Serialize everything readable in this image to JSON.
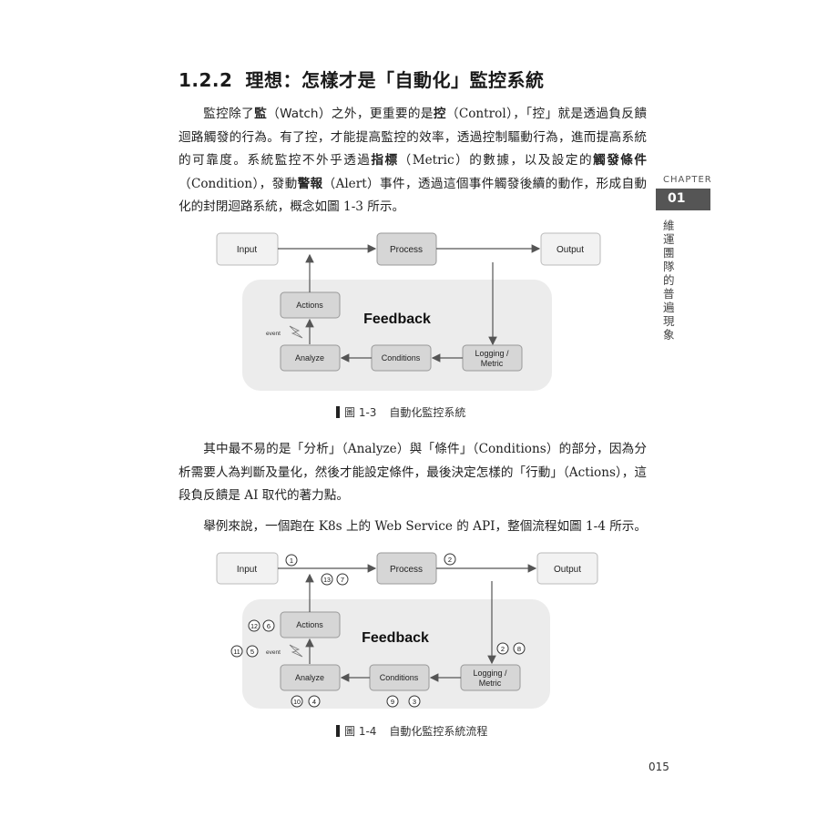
{
  "section": {
    "number": "1.2.2",
    "title": "理想：怎樣才是「自動化」監控系統"
  },
  "paragraph1": {
    "t1": "監控除了",
    "b1": "監",
    "t2": "（Watch）之外，更重要的是",
    "b2": "控",
    "t3": "（Control），「控」就是透過負反饋迴路觸發的行為。有了控，才能提高監控的效率，透過控制驅動行為，進而提高系統的可靠度。系統監控不外乎透過",
    "b3": "指標",
    "t4": "（Metric）的數據，以及設定的",
    "b4": "觸發條件",
    "t5": "（Condition），發動",
    "b5": "警報",
    "t6": "（Alert）事件，透過這個事件觸發後續的動作，形成自動化的封閉迴路系統，概念如圖 1-3 所示。"
  },
  "paragraph2": "其中最不易的是「分析」（Analyze）與「條件」（Conditions）的部分，因為分析需要人為判斷及量化，然後才能設定條件，最後決定怎樣的「行動」（Actions），這段負反饋是 AI 取代的著力點。",
  "paragraph3": "舉例來說，一個跑在 K8s 上的 Web Service 的 API，整個流程如圖 1-4 所示。",
  "chapter": {
    "label": "CHAPTER",
    "number": "01",
    "title": "維運團隊的普遍現象"
  },
  "figure1": {
    "caption_label": "圖 1-3",
    "caption_text": "自動化監控系統",
    "nodes": {
      "input": "Input",
      "process": "Process",
      "output": "Output",
      "actions": "Actions",
      "analyze": "Analyze",
      "conditions": "Conditions",
      "logging_line1": "Logging /",
      "logging_line2": "Metric",
      "feedback": "Feedback",
      "event": "event"
    }
  },
  "figure2": {
    "caption_label": "圖 1-4",
    "caption_text": "自動化監控系統流程",
    "nodes": {
      "input": "Input",
      "process": "Process",
      "output": "Output",
      "actions": "Actions",
      "analyze": "Analyze",
      "conditions": "Conditions",
      "logging_line1": "Logging /",
      "logging_line2": "Metric",
      "feedback": "Feedback",
      "event": "event"
    },
    "badges": {
      "input_process": "1",
      "process_output": "2",
      "up_a": "13",
      "up_b": "7",
      "actions_a": "12",
      "actions_b": "6",
      "event_a": "11",
      "event_b": "5",
      "logging_a": "2",
      "logging_b": "8",
      "analyze_a": "10",
      "analyze_b": "4",
      "conditions_a": "9",
      "conditions_b": "3"
    }
  },
  "page_number": "015",
  "colors": {
    "node_fill_light": "#f2f2f2",
    "node_fill_dark": "#d6d6d6",
    "feedback_bg": "#ececec",
    "chapter_box": "#555555"
  }
}
